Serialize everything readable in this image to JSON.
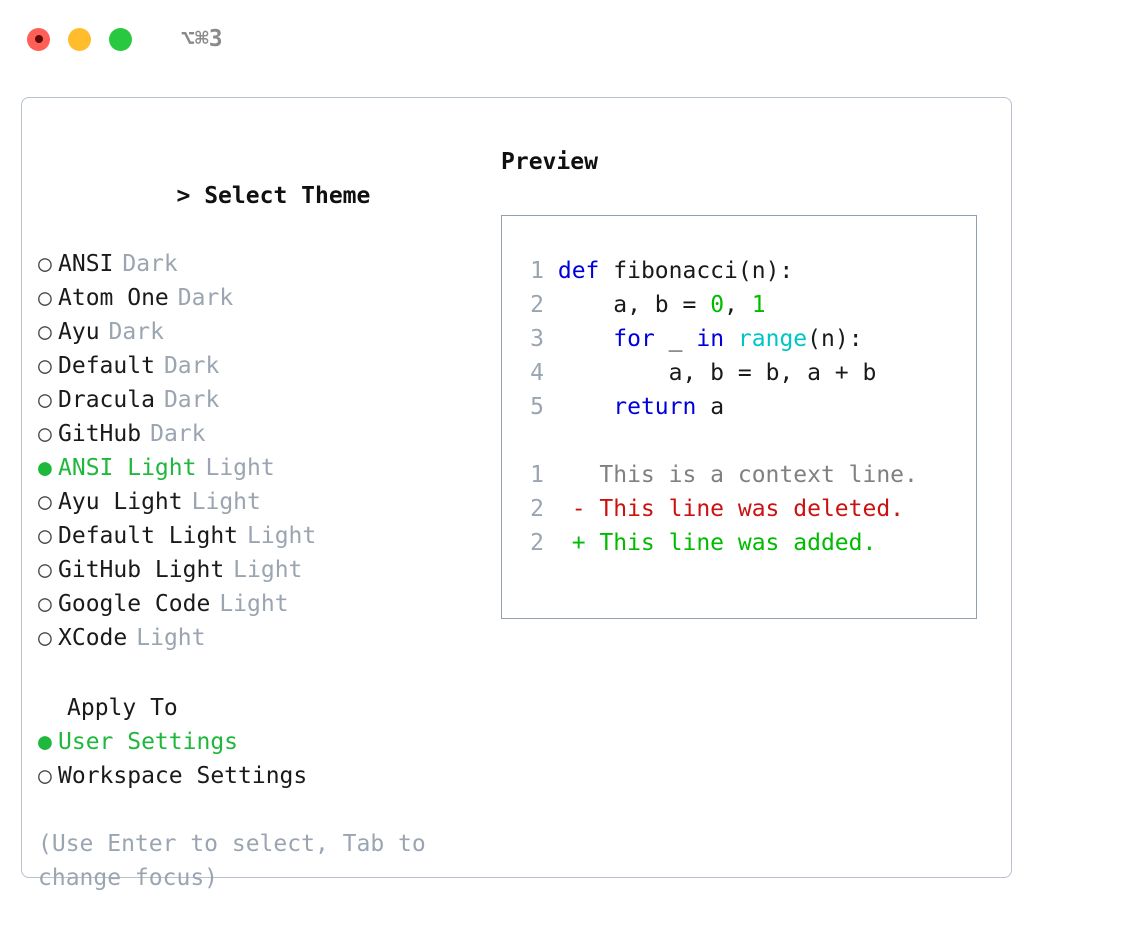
{
  "window": {
    "title": "⌥⌘3",
    "traffic_lights": [
      {
        "name": "close",
        "color": "#ff5f57"
      },
      {
        "name": "minimize",
        "color": "#ffbd2e"
      },
      {
        "name": "maximize",
        "color": "#28c840"
      }
    ]
  },
  "theme_picker": {
    "header": "> Select Theme",
    "prompt": ">",
    "header_label": "Select Theme",
    "bullet_on": "●",
    "bullet_off": "○",
    "selected_color": "#1fb83c",
    "kind_color": "#9aa5b1",
    "items": [
      {
        "name": "ANSI",
        "kind": "Dark",
        "selected": false
      },
      {
        "name": "Atom One",
        "kind": "Dark",
        "selected": false
      },
      {
        "name": "Ayu",
        "kind": "Dark",
        "selected": false
      },
      {
        "name": "Default",
        "kind": "Dark",
        "selected": false
      },
      {
        "name": "Dracula",
        "kind": "Dark",
        "selected": false
      },
      {
        "name": "GitHub",
        "kind": "Dark",
        "selected": false
      },
      {
        "name": "ANSI Light",
        "kind": "Light",
        "selected": true
      },
      {
        "name": "Ayu Light",
        "kind": "Light",
        "selected": false
      },
      {
        "name": "Default Light",
        "kind": "Light",
        "selected": false
      },
      {
        "name": "GitHub Light",
        "kind": "Light",
        "selected": false
      },
      {
        "name": "Google Code",
        "kind": "Light",
        "selected": false
      },
      {
        "name": "XCode",
        "kind": "Light",
        "selected": false
      }
    ]
  },
  "apply_to": {
    "label": "Apply To",
    "options": [
      {
        "name": "User Settings",
        "selected": true
      },
      {
        "name": "Workspace Settings",
        "selected": false
      }
    ]
  },
  "hint": "(Use Enter to select, Tab to change focus)",
  "preview": {
    "header": "Preview",
    "code_lines": [
      {
        "no": "1",
        "tokens": [
          {
            "t": "def ",
            "c": "kw"
          },
          {
            "t": "fibonacci(n):",
            "c": "plain"
          }
        ]
      },
      {
        "no": "2",
        "tokens": [
          {
            "t": "    a, b = ",
            "c": "plain"
          },
          {
            "t": "0",
            "c": "num"
          },
          {
            "t": ", ",
            "c": "plain"
          },
          {
            "t": "1",
            "c": "num"
          }
        ]
      },
      {
        "no": "3",
        "tokens": [
          {
            "t": "    ",
            "c": "plain"
          },
          {
            "t": "for",
            "c": "kw"
          },
          {
            "t": " _ ",
            "c": "plain"
          },
          {
            "t": "in",
            "c": "kw"
          },
          {
            "t": " ",
            "c": "plain"
          },
          {
            "t": "range",
            "c": "fn"
          },
          {
            "t": "(n):",
            "c": "plain"
          }
        ]
      },
      {
        "no": "4",
        "tokens": [
          {
            "t": "        a, b = b, a + b",
            "c": "plain"
          }
        ]
      },
      {
        "no": "5",
        "tokens": [
          {
            "t": "    ",
            "c": "plain"
          },
          {
            "t": "return",
            "c": "kw"
          },
          {
            "t": " a",
            "c": "plain"
          }
        ]
      }
    ],
    "diff_lines": [
      {
        "no": "1",
        "marker": " ",
        "text": "This is a context line.",
        "kind": "ctx"
      },
      {
        "no": "2",
        "marker": "-",
        "text": "This line was deleted.",
        "kind": "del"
      },
      {
        "no": "2",
        "marker": "+",
        "text": "This line was added.",
        "kind": "add"
      }
    ]
  }
}
